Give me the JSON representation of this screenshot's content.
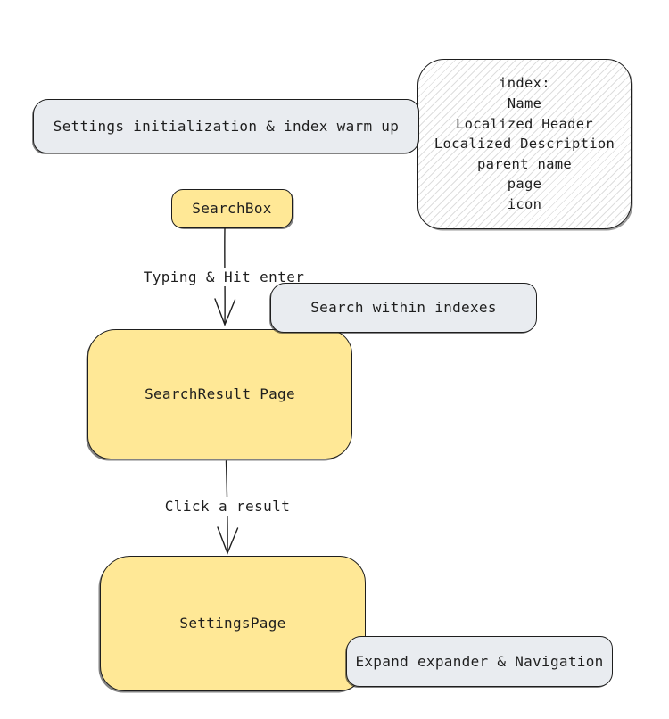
{
  "colors": {
    "stroke": "#1e1e1e",
    "yellow_fill": "#ffe896",
    "grey_fill": "#e9ecf0",
    "hatch": "#dedede"
  },
  "nodes": {
    "init": "Settings initialization & index warm up",
    "index_note_lines": [
      "index:",
      "Name",
      "Localized Header",
      "Localized Description",
      "parent name",
      "page",
      "icon"
    ],
    "searchbox": "SearchBox",
    "search_within": "Search within indexes",
    "search_result": "SearchResult Page",
    "settings_page": "SettingsPage",
    "expand_nav": "Expand expander & Navigation"
  },
  "edge_labels": {
    "typing": "Typing & Hit enter",
    "click": "Click a result"
  }
}
